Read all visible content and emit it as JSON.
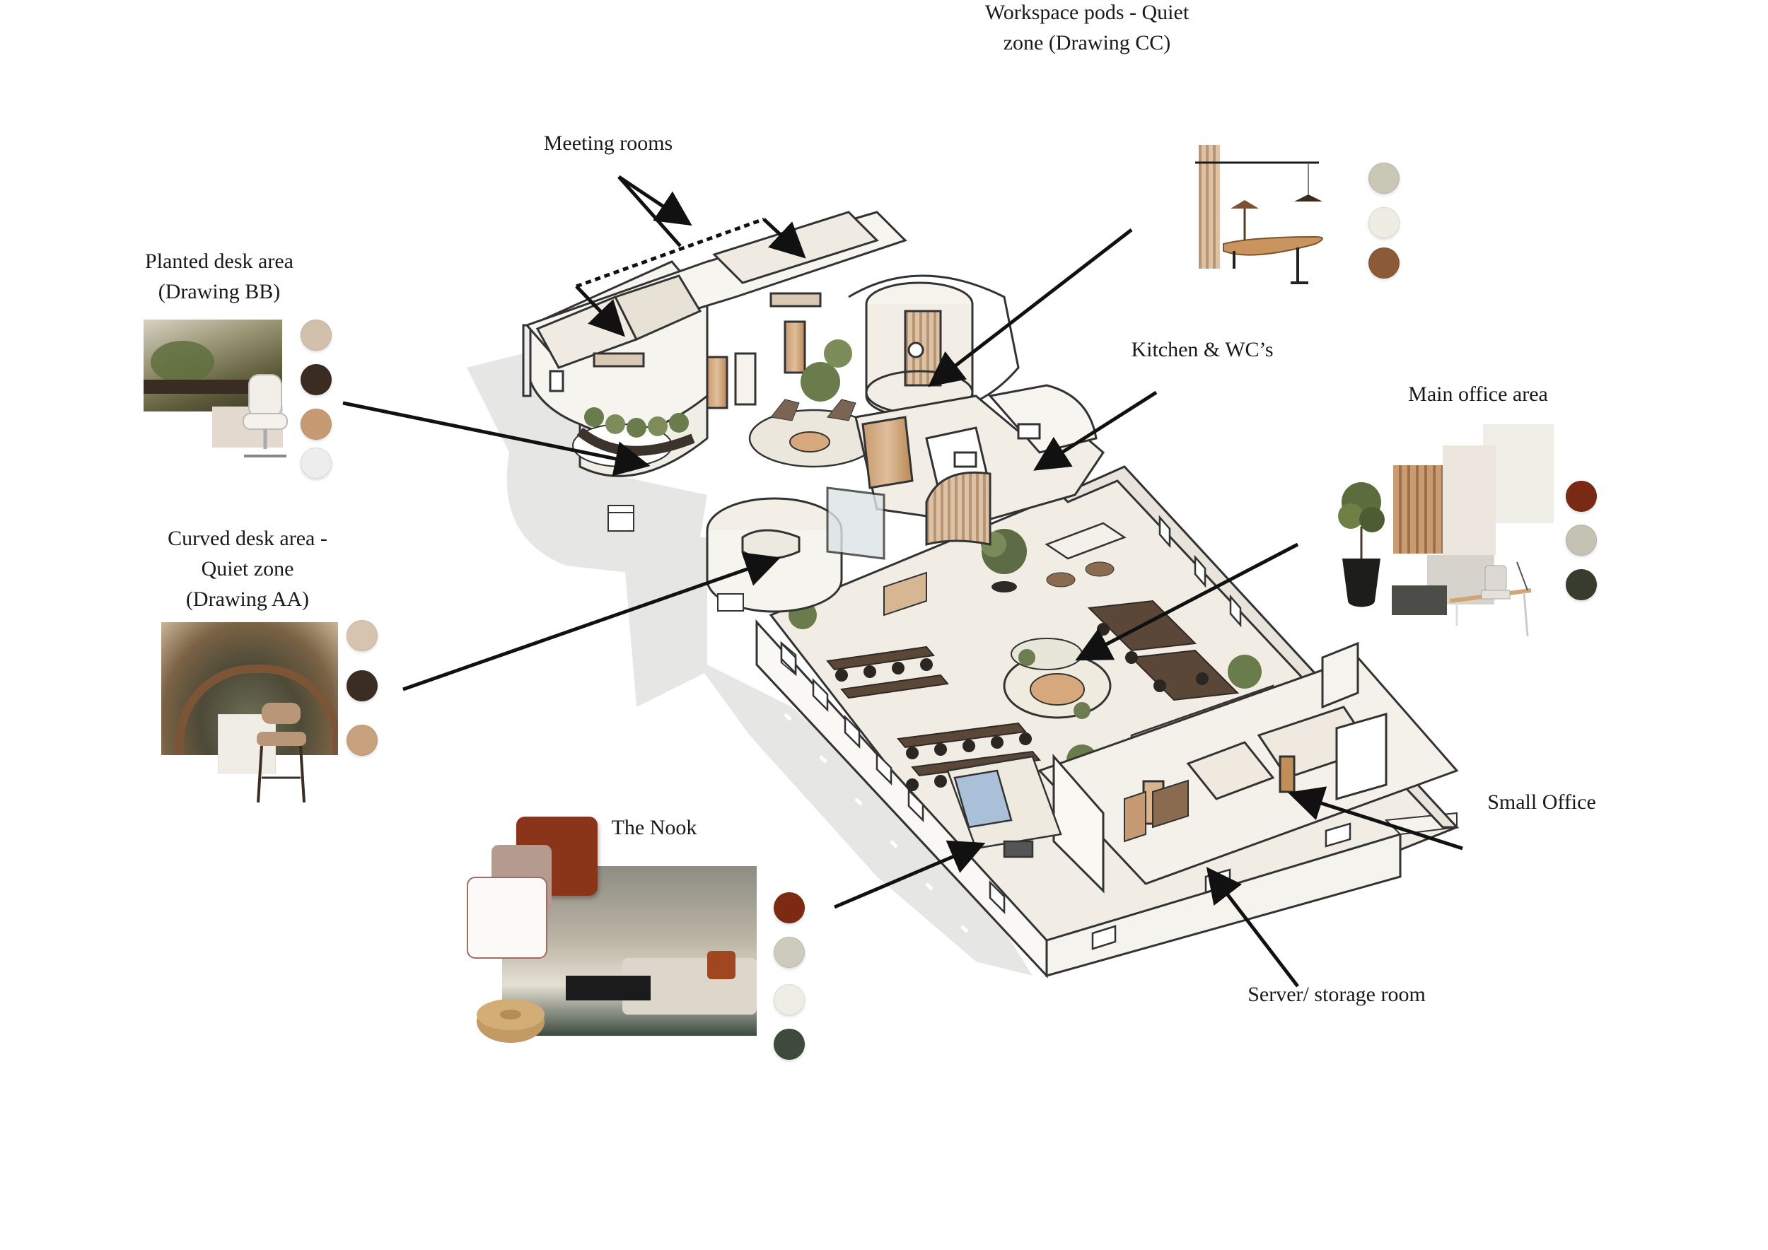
{
  "labels": {
    "workspace_pods": [
      "Workspace pods - Quiet",
      "zone (Drawing CC)"
    ],
    "meeting_rooms": [
      "Meeting rooms"
    ],
    "planted_desk": [
      "Planted desk area",
      "(Drawing BB)"
    ],
    "kitchen_wc": [
      "Kitchen & WC’s"
    ],
    "main_office": [
      "Main office area"
    ],
    "curved_desk": [
      "Curved desk area -",
      "Quiet zone",
      "(Drawing AA)"
    ],
    "the_nook": [
      "The Nook"
    ],
    "small_office": [
      "Small Office"
    ],
    "server_storage": [
      "Server/ storage room"
    ]
  },
  "palettes": {
    "workspace_pods": [
      "#c9c7b6",
      "#eeede3",
      "#8b5a36"
    ],
    "planted_desk": [
      "#d2c0ac",
      "#3a2c22",
      "#c69a72",
      "#eeecec"
    ],
    "main_office": [
      "#7a2a14",
      "#c4c2b2",
      "#383c2e"
    ],
    "curved_desk": [
      "#d6c4b0",
      "#3b2d24",
      "#c8a27e"
    ],
    "the_nook": [
      "#7c2a12",
      "#cdcbbd",
      "#efeee6",
      "#3e4a3c"
    ]
  },
  "icons": {
    "arrow": "arrow-icon",
    "plant": "plant-icon",
    "chair": "chair-icon"
  }
}
